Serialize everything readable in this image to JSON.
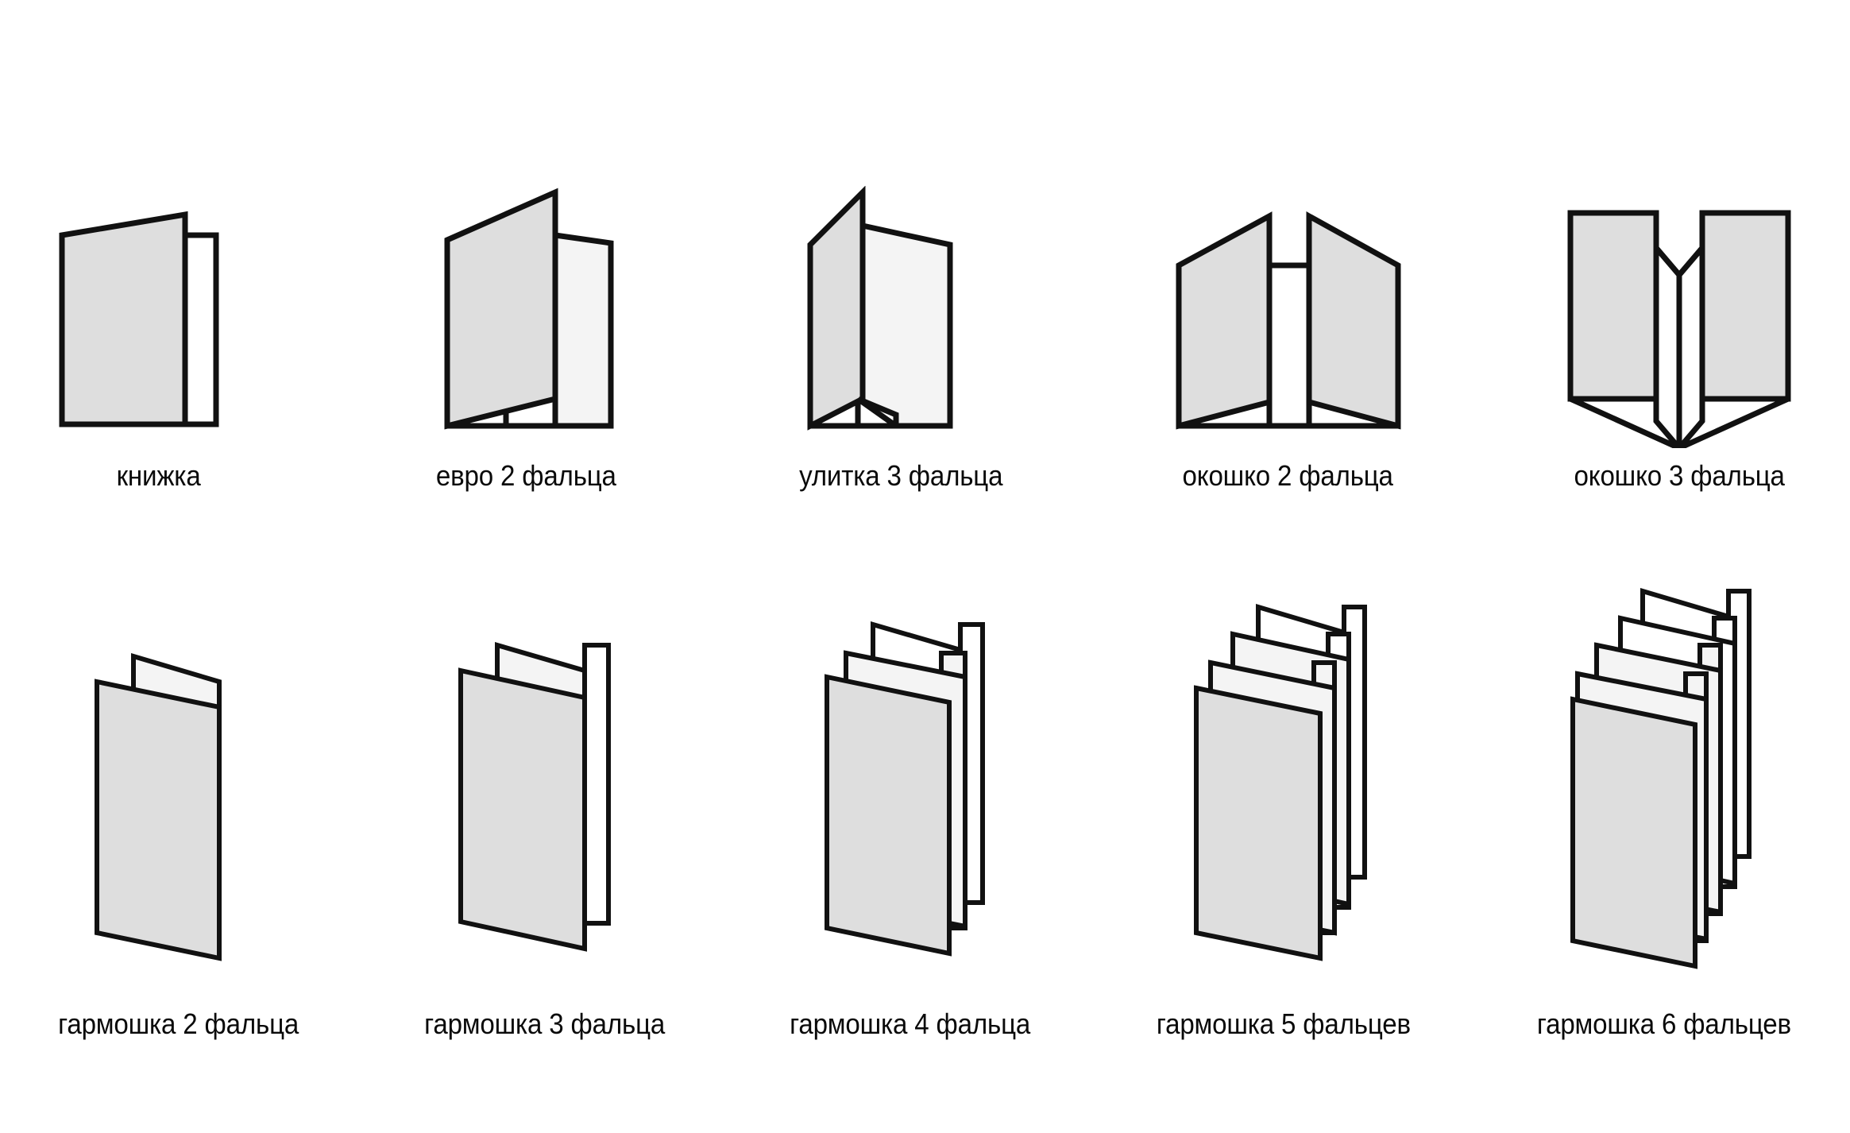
{
  "page": {
    "background_color": "#ffffff",
    "title_visible": false,
    "language": "ru"
  },
  "palette": {
    "panel_gray": "#dedede",
    "panel_light": "#f4f4f4",
    "panel_white": "#ffffff",
    "outline": "#111111",
    "caption_color": "#0a0a0a"
  },
  "rows": [
    {
      "id": "row-1",
      "items": [
        {
          "id": "knizhka",
          "label": "книжка",
          "folds": 1,
          "panels": 2,
          "icon": "bifold-book-diagram"
        },
        {
          "id": "evro-2",
          "label": "евро 2 фальца",
          "folds": 2,
          "panels": 3,
          "icon": "euro-zfold-diagram"
        },
        {
          "id": "ulitka-3",
          "label": "улитка 3 фальца",
          "folds": 3,
          "panels": 4,
          "icon": "roll-fold-diagram"
        },
        {
          "id": "okoshko-2",
          "label": "окошко 2 фальца",
          "folds": 2,
          "panels": 3,
          "icon": "gate-fold-2-diagram"
        },
        {
          "id": "okoshko-3",
          "label": "окошко 3 фальца",
          "folds": 3,
          "panels": 4,
          "icon": "gate-fold-3-diagram"
        }
      ]
    },
    {
      "id": "row-2",
      "items": [
        {
          "id": "garmoshka-2",
          "label": "гармошка 2 фальца",
          "folds": 2,
          "panels": 3,
          "icon": "accordion-2-diagram"
        },
        {
          "id": "garmoshka-3",
          "label": "гармошка 3 фальца",
          "folds": 3,
          "panels": 4,
          "icon": "accordion-3-diagram"
        },
        {
          "id": "garmoshka-4",
          "label": "гармошка 4 фальца",
          "folds": 4,
          "panels": 5,
          "icon": "accordion-4-diagram"
        },
        {
          "id": "garmoshka-5",
          "label": "гармошка 5 фальцев",
          "folds": 5,
          "panels": 6,
          "icon": "accordion-5-diagram"
        },
        {
          "id": "garmoshka-6",
          "label": "гармошка 6 фальцев",
          "folds": 6,
          "panels": 7,
          "icon": "accordion-6-diagram"
        }
      ]
    }
  ]
}
